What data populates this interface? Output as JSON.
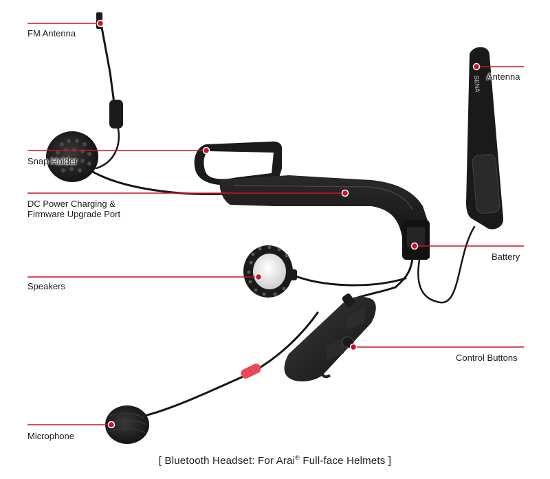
{
  "colors": {
    "accent": "#d0102a",
    "device": "#1b1b1b",
    "device_light": "#3a3a3a",
    "cable": "#161616"
  },
  "labels": {
    "fm_antenna": "FM Antenna",
    "snap_holder": "Snap Holder",
    "dc_power_line1": "DC Power Charging &",
    "dc_power_line2": "Firmware Upgrade Port",
    "speakers": "Speakers",
    "microphone": "Microphone",
    "antenna": "Antenna",
    "battery": "Battery",
    "control_buttons": "Control Buttons"
  },
  "caption": {
    "prefix": "[ Bluetooth Headset: For Arai",
    "mark": "®",
    "suffix": " Full-face Helmets ]"
  }
}
